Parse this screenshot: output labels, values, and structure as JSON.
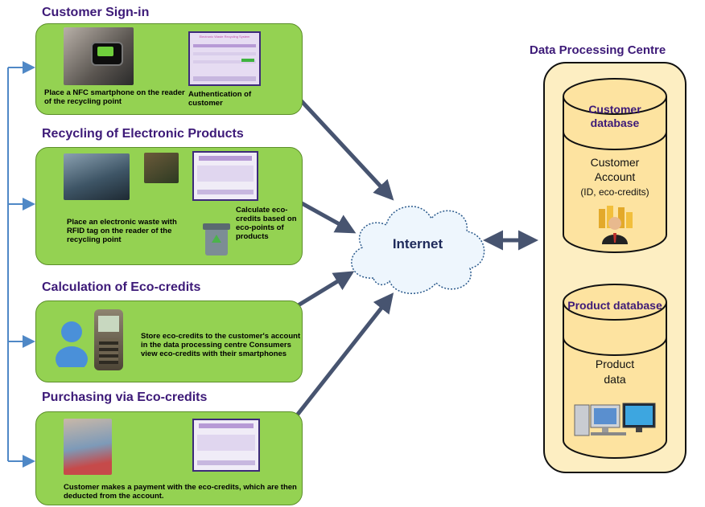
{
  "sections": {
    "signin": {
      "title": "Customer Sign-in",
      "caption_left": "Place a NFC smartphone on the reader of the recycling point",
      "caption_right": "Authentication of customer",
      "screen_title": "Electronic Waste Recycling System"
    },
    "recycling": {
      "title": "Recycling of Electronic Products",
      "caption_left": "Place an electronic waste with RFID tag on the reader of the recycling point",
      "caption_right": "Calculate eco-credits based on eco-points of products"
    },
    "calculation": {
      "title": "Calculation of Eco-credits",
      "caption": "Store eco-credits to the customer's account in the data processing centre Consumers view eco-credits with their smartphones"
    },
    "purchasing": {
      "title": "Purchasing via Eco-credits",
      "caption": "Customer makes a payment with the eco-credits, which are then deducted from the account."
    }
  },
  "internet": {
    "label": "Internet"
  },
  "centre": {
    "title": "Data Processing Centre",
    "customer_db": {
      "label": "Customer database",
      "content_line1": "Customer",
      "content_line2": "Account",
      "content_line3": "(ID, eco-credits)"
    },
    "product_db": {
      "label": "Product database",
      "content_line1": "Product",
      "content_line2": "data"
    }
  },
  "colors": {
    "panel": "#94d252",
    "heading": "#3d1a78",
    "arrow": "#475470",
    "bracket": "#4f88c6",
    "cylinder": "#fde9a8"
  },
  "icons": [
    "nfc-phone-icon",
    "screen-icon",
    "ewaste-icon",
    "recycle-bin-icon",
    "user-icon",
    "mobile-phone-icon",
    "shopper-icon",
    "cloud-icon",
    "money-user-icon",
    "computer-icon"
  ]
}
